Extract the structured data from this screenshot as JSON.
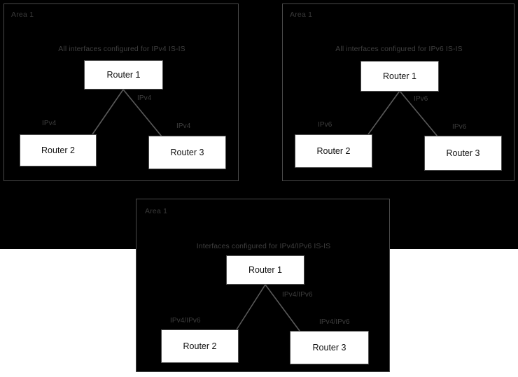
{
  "diagram": {
    "background_color": "#000000",
    "panel_border_color": "#4a4a4a",
    "router_fill_color": "#ffffff",
    "router_border_color": "#4f4f4f",
    "label_color": "#3f3f3f",
    "link_color": "#5a5a5a"
  },
  "panels": [
    {
      "id": "ipv4-panel",
      "area_label": "Area 1",
      "title": "All interfaces configured for IPv4 IS-IS",
      "routers": [
        {
          "name": "Router 1"
        },
        {
          "name": "Router 2"
        },
        {
          "name": "Router 3"
        }
      ],
      "links": [
        {
          "from": "Router 1",
          "to": "Router 2",
          "label": "IPv4"
        },
        {
          "from": "Router 1",
          "to": "Router 3",
          "label": "IPv4"
        }
      ],
      "center_link_label": "IPv4"
    },
    {
      "id": "ipv6-panel",
      "area_label": "Area 1",
      "title": "All interfaces configured for IPv6 IS-IS",
      "routers": [
        {
          "name": "Router 1"
        },
        {
          "name": "Router 2"
        },
        {
          "name": "Router 3"
        }
      ],
      "links": [
        {
          "from": "Router 1",
          "to": "Router 2",
          "label": "IPv6"
        },
        {
          "from": "Router 1",
          "to": "Router 3",
          "label": "IPv6"
        }
      ],
      "center_link_label": "IPv6"
    },
    {
      "id": "dual-stack-panel",
      "area_label": "Area 1",
      "title": "Interfaces configured for IPv4/IPv6 IS-IS",
      "routers": [
        {
          "name": "Router 1"
        },
        {
          "name": "Router 2"
        },
        {
          "name": "Router 3"
        }
      ],
      "links": [
        {
          "from": "Router 1",
          "to": "Router 2",
          "label": "IPv4/IPv6"
        },
        {
          "from": "Router 1",
          "to": "Router 3",
          "label": "IPv4/IPv6"
        }
      ],
      "center_link_label": "IPv4/IPv6"
    }
  ]
}
